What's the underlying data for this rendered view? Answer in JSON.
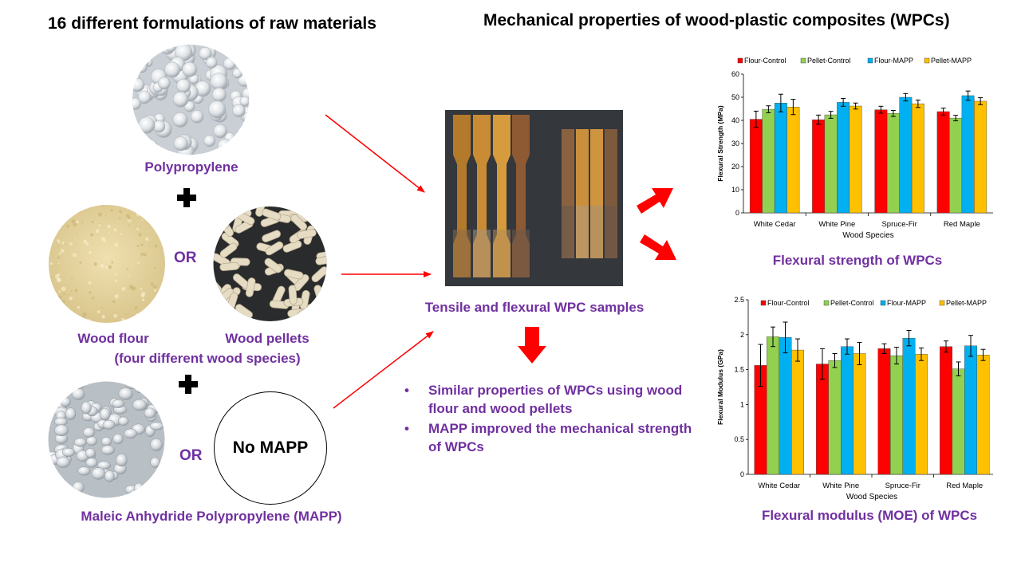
{
  "left": {
    "heading": "16 different formulations of raw materials",
    "polypropylene_label": "Polypropylene",
    "or_label_1": "OR",
    "or_label_2": "OR",
    "wood_flour_label": "Wood flour",
    "wood_pellets_label": "Wood pellets",
    "species_note": "(four different wood species)",
    "no_mapp_label": "No MAPP",
    "mapp_label": "Maleic Anhydride Polypropylene (MAPP)"
  },
  "center": {
    "samples_label": "Tensile and flexural WPC samples",
    "bullets": [
      "Similar properties of WPCs using wood flour and wood pellets",
      "MAPP improved the mechanical strength of WPCs"
    ]
  },
  "right": {
    "heading": "Mechanical properties of wood-plastic composites (WPCs)",
    "strength_caption": "Flexural strength of WPCs",
    "modulus_caption": "Flexural modulus (MOE) of WPCs"
  },
  "colors": {
    "accent_purple": "#7030A0",
    "arrow_red": "#FF0000",
    "series": [
      "#FF0000",
      "#92D050",
      "#00B0F0",
      "#FFC000"
    ]
  },
  "chart_data": [
    {
      "type": "bar",
      "categories": [
        "White Cedar",
        "White Pine",
        "Spruce-Fir",
        "Red Maple"
      ],
      "series": [
        {
          "name": "Flour-Control",
          "values": [
            40.5,
            40.3,
            44.6,
            43.8
          ],
          "errors": [
            3.5,
            2.0,
            1.5,
            1.5
          ]
        },
        {
          "name": "Pellet-Control",
          "values": [
            44.8,
            42.4,
            43.0,
            41.0
          ],
          "errors": [
            1.5,
            1.5,
            1.3,
            1.2
          ]
        },
        {
          "name": "Flour-MAPP",
          "values": [
            47.5,
            47.8,
            50.0,
            50.7
          ],
          "errors": [
            3.8,
            1.7,
            1.6,
            2.0
          ]
        },
        {
          "name": "Pellet-MAPP",
          "values": [
            45.8,
            46.2,
            47.2,
            48.3
          ],
          "errors": [
            3.3,
            1.3,
            1.6,
            1.5
          ]
        }
      ],
      "xlabel": "Wood Species",
      "ylabel": "Flexural Strength  (MPa)",
      "ylim": [
        0,
        60
      ],
      "yticks": [
        "0",
        "10",
        "20",
        "30",
        "40",
        "50",
        "60"
      ],
      "legend": "top"
    },
    {
      "type": "bar",
      "categories": [
        "White Cedar",
        "White Pine",
        "Spruce-Fir",
        "Red Maple"
      ],
      "series": [
        {
          "name": "Flour-Control",
          "values": [
            1.56,
            1.58,
            1.8,
            1.83
          ],
          "errors": [
            0.3,
            0.22,
            0.07,
            0.08
          ]
        },
        {
          "name": "Pellet-Control",
          "values": [
            1.97,
            1.63,
            1.7,
            1.51
          ],
          "errors": [
            0.14,
            0.1,
            0.12,
            0.1
          ]
        },
        {
          "name": "Flour-MAPP",
          "values": [
            1.96,
            1.83,
            1.95,
            1.84
          ],
          "errors": [
            0.22,
            0.11,
            0.11,
            0.15
          ]
        },
        {
          "name": "Pellet-MAPP",
          "values": [
            1.78,
            1.73,
            1.72,
            1.71
          ],
          "errors": [
            0.16,
            0.16,
            0.09,
            0.08
          ]
        }
      ],
      "xlabel": "Wood Species",
      "ylabel": "Flexural Modulus  (GPa)",
      "ylim": [
        0,
        2.5
      ],
      "yticks": [
        "0",
        "0.5",
        "1",
        "1.5",
        "2",
        "2.5"
      ],
      "legend": "top"
    }
  ]
}
